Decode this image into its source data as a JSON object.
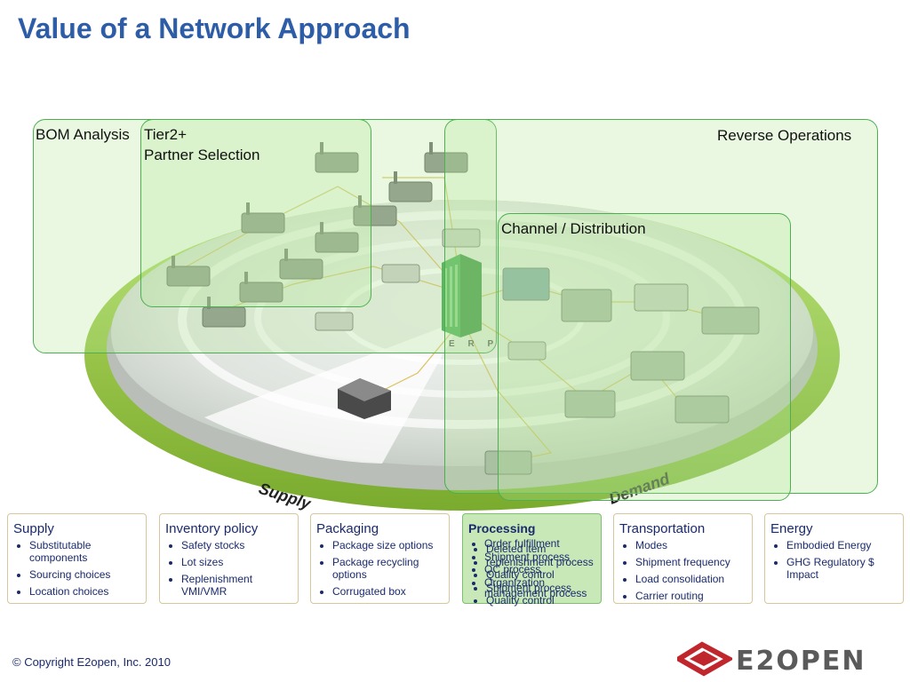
{
  "title": "Value of a Network Approach",
  "zones": {
    "bom": "BOM Analysis",
    "tier2_line1": "Tier2+",
    "tier2_line2": "Partner Selection",
    "reverse": "Reverse Operations",
    "channel": "Channel / Distribution"
  },
  "ring_labels": {
    "supply": "Supply",
    "demand": "Demand",
    "erp": "E R P"
  },
  "cards": {
    "supply": {
      "title": "Supply",
      "items": [
        "Substitutable components",
        "Sourcing choices",
        "Location choices"
      ]
    },
    "inventory": {
      "title": "Inventory policy",
      "items": [
        "Safety stocks",
        "Lot sizes",
        "Replenishment VMI/VMR"
      ]
    },
    "packaging": {
      "title": "Packaging",
      "items": [
        "Package size options",
        "Package recycling options",
        "Corrugated box"
      ]
    },
    "processing": {
      "title": "Processing",
      "items_a": [
        "Order fulfillment",
        "Shipment process",
        "QC process",
        "Organization management process"
      ],
      "items_b": [
        "Deleted item",
        "replenishment process",
        "Quality control",
        "Shipment process",
        "Quality control"
      ]
    },
    "transportation": {
      "title": "Transportation",
      "items": [
        "Modes",
        "Shipment frequency",
        "Load consolidation",
        "Carrier routing"
      ]
    },
    "energy": {
      "title": "Energy",
      "items": [
        "Embodied Energy",
        "GHG Regulatory $ Impact"
      ]
    }
  },
  "footer": {
    "copyright": "© Copyright E2open, Inc. 2010",
    "logo": "E2OPEN"
  },
  "colors": {
    "title": "#2e5da8",
    "ring": "#8cc63f",
    "zone_border": "#4caf50",
    "card_text": "#1a2a6c",
    "logo_red": "#c0272d"
  }
}
